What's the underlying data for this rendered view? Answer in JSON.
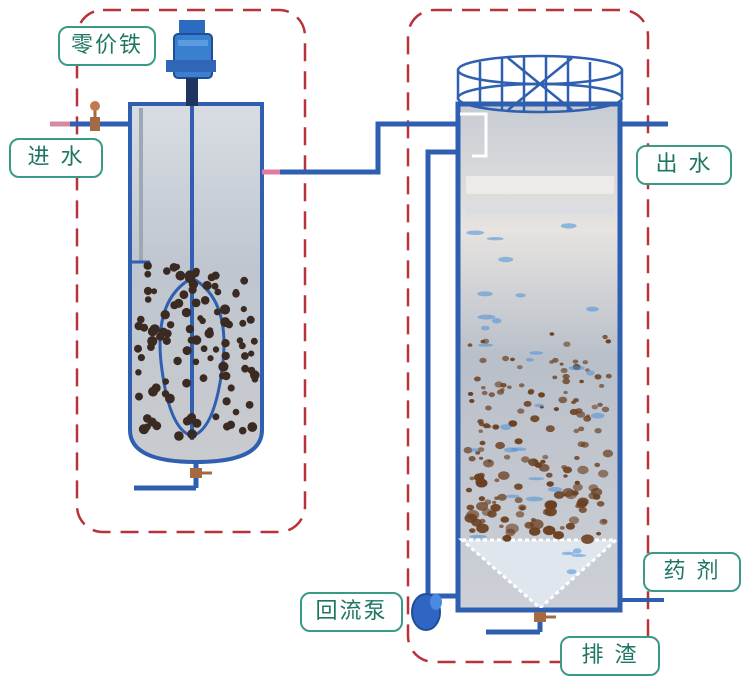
{
  "labels": {
    "zero_valent_iron": "零价铁",
    "water_inlet": "进 水",
    "water_outlet": "出 水",
    "chemical_agent": "药 剂",
    "reflux_pump": "回流泵",
    "slag_discharge": "排 渣"
  },
  "colors": {
    "label_border": "#3a9a86",
    "label_text": "#1e7664",
    "dashed_frame": "#b8323c",
    "pipe": "#2f5fb0",
    "tank_fill": "#c4ccd6",
    "motor": "#3b7fd0",
    "particles": "#3a2a22",
    "flocs": "#6b4020"
  }
}
